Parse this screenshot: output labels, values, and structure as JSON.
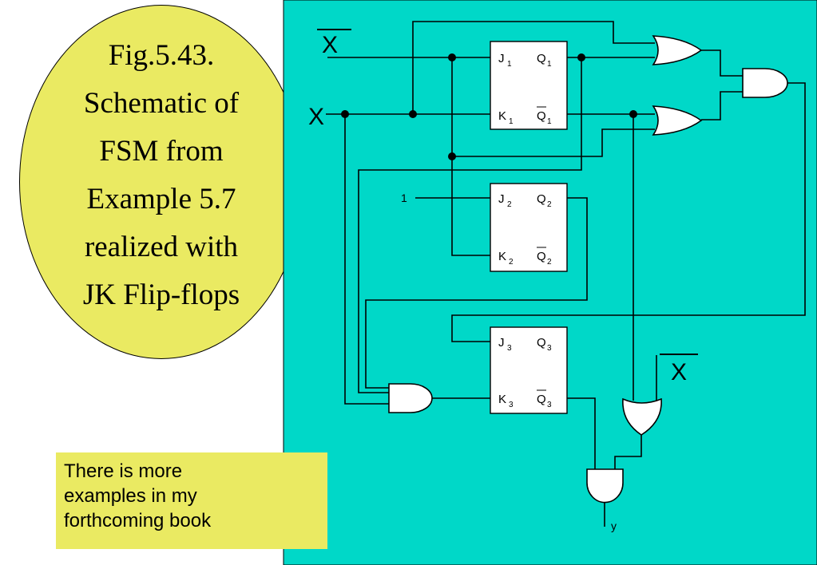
{
  "title": {
    "text": "Fig.5.43.\nSchematic of\nFSM from\nExample 5.7\nrealized with\nJK Flip-flops"
  },
  "note": {
    "text": "There is more\nexamples in my\nforthcoming book"
  },
  "schematic": {
    "background_color": "#00d8c8",
    "inputs": {
      "x_bar": "X",
      "x": "X",
      "x_bar_lower": "X",
      "one": "1"
    },
    "output": "y",
    "flip_flops": [
      {
        "j": "J",
        "k": "K",
        "q": "Q",
        "qbar": "Q",
        "index": "1"
      },
      {
        "j": "J",
        "k": "K",
        "q": "Q",
        "qbar": "Q",
        "index": "2"
      },
      {
        "j": "J",
        "k": "K",
        "q": "Q",
        "qbar": "Q",
        "index": "3"
      }
    ]
  }
}
